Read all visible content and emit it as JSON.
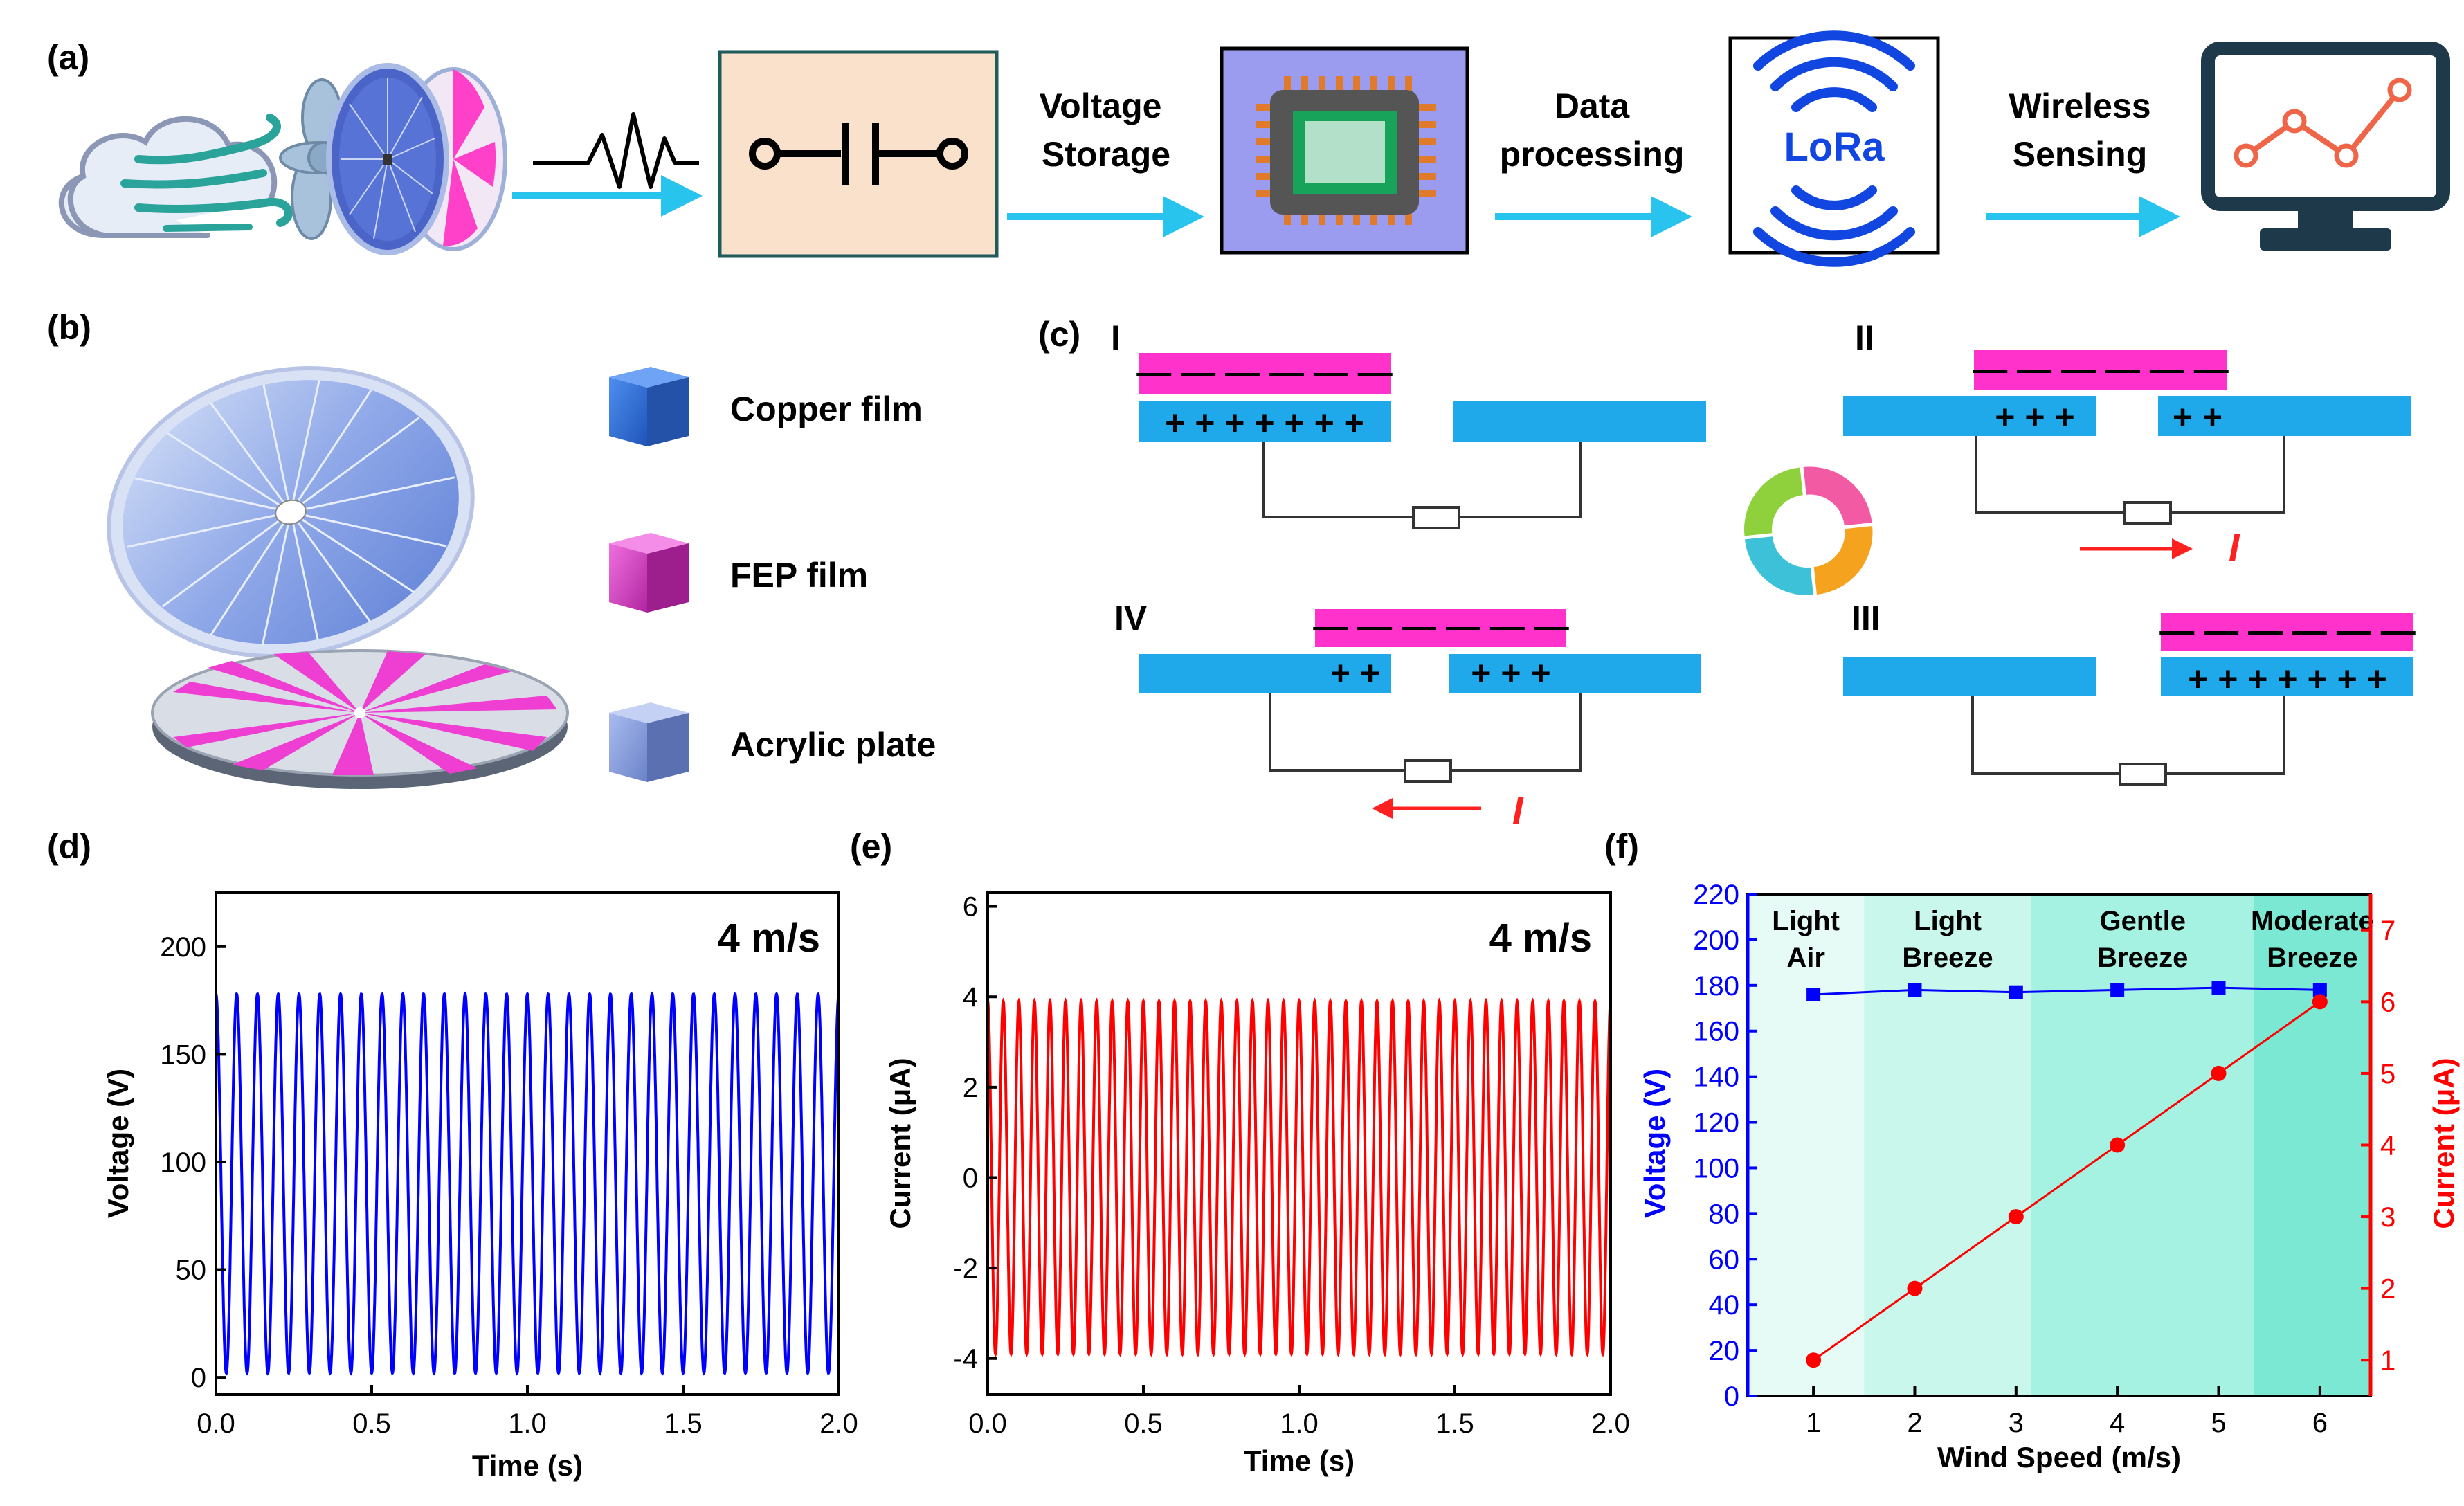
{
  "panels": {
    "a": "(a)",
    "b": "(b)",
    "c": "(c)",
    "d": "(d)",
    "e": "(e)",
    "f": "(f)"
  },
  "flow": {
    "step1_line1": "Voltage",
    "step1_line2": "Storage",
    "step2_line1": "Data",
    "step2_line2": "processing",
    "lora": "LoRa",
    "step3_line1": "Wireless",
    "step3_line2": "Sensing"
  },
  "legend_b": [
    {
      "label": "Copper film",
      "color": "#2f6fd6"
    },
    {
      "label": "FEP film",
      "color": "#e040c8"
    },
    {
      "label": "Acrylic plate",
      "color": "#8aa2e0"
    }
  ],
  "stages": {
    "s1": "I",
    "s2": "II",
    "s3": "III",
    "s4": "IV",
    "current": "I"
  },
  "colors": {
    "fep": "#ff33cc",
    "copper": "#1fa9ea",
    "voltage": "#0000ff",
    "current": "#ff0000"
  },
  "chart_data": [
    {
      "type": "line",
      "panel": "d",
      "annotation": "4 m/s",
      "xlabel": "Time (s)",
      "ylabel": "Voltage (V)",
      "xlim": [
        0,
        2.0
      ],
      "ylim": [
        -8,
        225
      ],
      "xticks": [
        "0.0",
        "0.5",
        "1.0",
        "1.5",
        "2.0"
      ],
      "yticks": [
        "0",
        "50",
        "100",
        "150",
        "200"
      ],
      "series": [
        {
          "frequency_hz": 15,
          "max": 178,
          "min": 2,
          "color": "#0000ff"
        }
      ]
    },
    {
      "type": "line",
      "panel": "e",
      "annotation": "4 m/s",
      "xlabel": "Time (s)",
      "ylabel": "Current (μA)",
      "xlim": [
        0,
        2.0
      ],
      "ylim": [
        -4.8,
        6.3
      ],
      "xticks": [
        "0.0",
        "0.5",
        "1.0",
        "1.5",
        "2.0"
      ],
      "yticks": [
        "-4",
        "-2",
        "0",
        "2",
        "4",
        "6"
      ],
      "series": [
        {
          "frequency_hz": 20,
          "max": 3.9,
          "min": -3.9,
          "color": "#ff0000"
        }
      ]
    },
    {
      "type": "line",
      "panel": "f",
      "xlabel": "Wind Speed (m/s)",
      "ylabel": "Voltage (V)",
      "ylabel_right": "Current (μA)",
      "categories": [
        1,
        2,
        3,
        4,
        5,
        6
      ],
      "xlim": [
        0.35,
        6.5
      ],
      "ylim": [
        0,
        220
      ],
      "ylim_right": [
        0.5,
        7.5
      ],
      "xticks": [
        "1",
        "2",
        "3",
        "4",
        "5",
        "6"
      ],
      "yticks": [
        "0",
        "20",
        "40",
        "60",
        "80",
        "100",
        "120",
        "140",
        "160",
        "180",
        "200",
        "220"
      ],
      "yticks_right": [
        "1",
        "2",
        "3",
        "4",
        "5",
        "6",
        "7"
      ],
      "series": [
        {
          "name": "Voltage (V)",
          "axis": "left",
          "values": [
            176,
            178,
            177,
            178,
            179,
            178
          ],
          "color": "#0000ff",
          "marker": "square"
        },
        {
          "name": "Current (μA)",
          "axis": "right",
          "values": [
            1,
            2,
            3,
            4,
            5,
            6
          ],
          "color": "#ff0000",
          "marker": "circle"
        }
      ],
      "bands": [
        {
          "label_line1": "Light",
          "label_line2": "Air",
          "from": 0.35,
          "to": 1.5,
          "color": "#e6fbf6"
        },
        {
          "label_line1": "Light",
          "label_line2": "Breeze",
          "from": 1.5,
          "to": 3.15,
          "color": "#c9f7ec"
        },
        {
          "label_line1": "Gentle",
          "label_line2": "Breeze",
          "from": 3.15,
          "to": 5.35,
          "color": "#a6f2e2"
        },
        {
          "label_line1": "Moderate",
          "label_line2": "Breeze",
          "from": 5.35,
          "to": 6.5,
          "color": "#7ae8d2"
        }
      ]
    }
  ]
}
